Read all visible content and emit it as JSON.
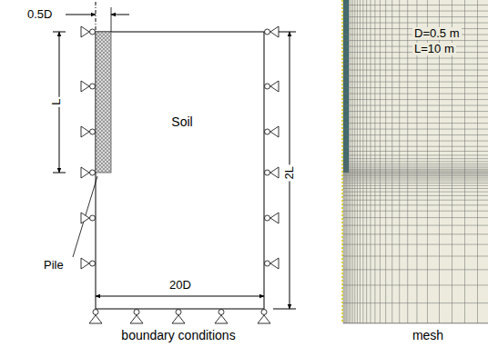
{
  "diagram": {
    "labels": [
      "0.5D",
      "L",
      "Pile",
      "Soil",
      "2L",
      "20D",
      "boundary conditions",
      "D=0.5 m",
      "L=10 m",
      "mesh"
    ]
  }
}
